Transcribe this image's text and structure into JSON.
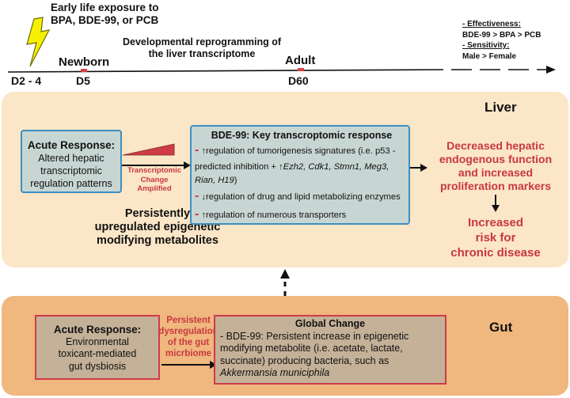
{
  "timeline": {
    "exposure_label_line1": "Early life exposure to",
    "exposure_label_line2": "BPA, BDE-99, or PCB",
    "window_label": "D2 - 4",
    "newborn_label": "Newborn",
    "newborn_day": "D5",
    "reprogramming_line1": "Developmental reprogramming of",
    "reprogramming_line2": "the liver transcriptome",
    "adult_label": "Adult",
    "adult_day": "D60"
  },
  "legend": {
    "effectiveness_title": "- Effectiveness:",
    "effectiveness_value": "BDE-99 > BPA > PCB",
    "sensitivity_title": "- Sensitivity:",
    "sensitivity_value": "Male > Female"
  },
  "liver": {
    "title": "Liver",
    "acute_title": "Acute Response:",
    "acute_line1": "Altered hepatic",
    "acute_line2": "transcriptomic",
    "acute_line3": "regulation patterns",
    "amplified_line1": "Transcriptomic",
    "amplified_line2": "Change",
    "amplified_line3": "Amplified",
    "persist_line1": "Persistently",
    "persist_line2": "upregulated epigenetic",
    "persist_line3": "modifying metabolites",
    "key_title": "BDE-99: Key transcroptomic response",
    "bullet_mark": "-",
    "up_arrow": "↑",
    "down_arrow": "↓",
    "b1_text": "regulation of tumorigenesis signatures (i.e. p53 -",
    "b1_line2_pre": "predicted inhibition +",
    "b1_genes": "Ezh2, Cdk1, Stmn1, Meg3,",
    "b1_line3_genes": "Rian, H19",
    "b1_close": ")",
    "b2_text": "regulation of drug and lipid metabolizing enzymes",
    "b3_text": "regulation of numerous transporters",
    "outcome_line1": "Decreased hepatic",
    "outcome_line2": "endogenous function",
    "outcome_line3": "and increased",
    "outcome_line4": "proliferation markers",
    "risk_line1": "Increased",
    "risk_line2": "risk for",
    "risk_line3": "chronic disease"
  },
  "gut": {
    "title": "Gut",
    "acute_title": "Acute Response:",
    "acute_line1": "Environmental",
    "acute_line2": "toxicant-mediated",
    "acute_line3": "gut dysbiosis",
    "persistent_line1": "Persistent",
    "persistent_line2": "dysregulation",
    "persistent_line3": "of the gut",
    "persistent_line4": "micrbiome",
    "global_title": "Global Change",
    "global_line1": "- BDE-99: Persistent increase in epigenetic",
    "global_line2": "modifying metabolite (i.e. acetate, lactate,",
    "global_line3": "succinate) producing bacteria, such as",
    "global_line4": "Akkermansia municiphila"
  },
  "colors": {
    "liver_panel": "#fbe6c7",
    "gut_panel": "#f0b77f",
    "accent_red": "#c8383f",
    "box_blue": "#3b8fc2",
    "lightning": "#f6f000"
  }
}
